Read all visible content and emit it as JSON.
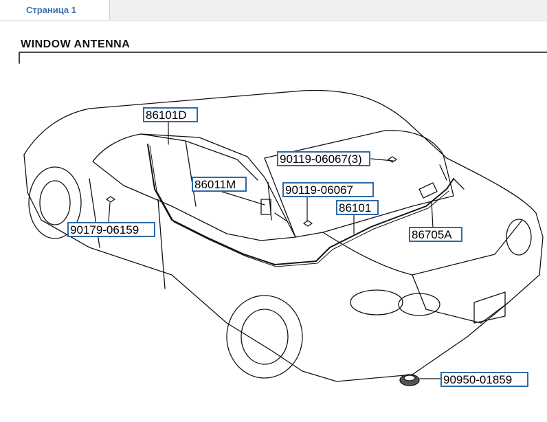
{
  "tabs": [
    {
      "label": "Страница 1"
    }
  ],
  "diagram": {
    "title": "WINDOW ANTENNA",
    "callouts": [
      "86101D",
      "90119-06067(3)",
      "86011M",
      "90119-06067",
      "86101",
      "90179-06159",
      "86705A",
      "90950-01859"
    ]
  }
}
